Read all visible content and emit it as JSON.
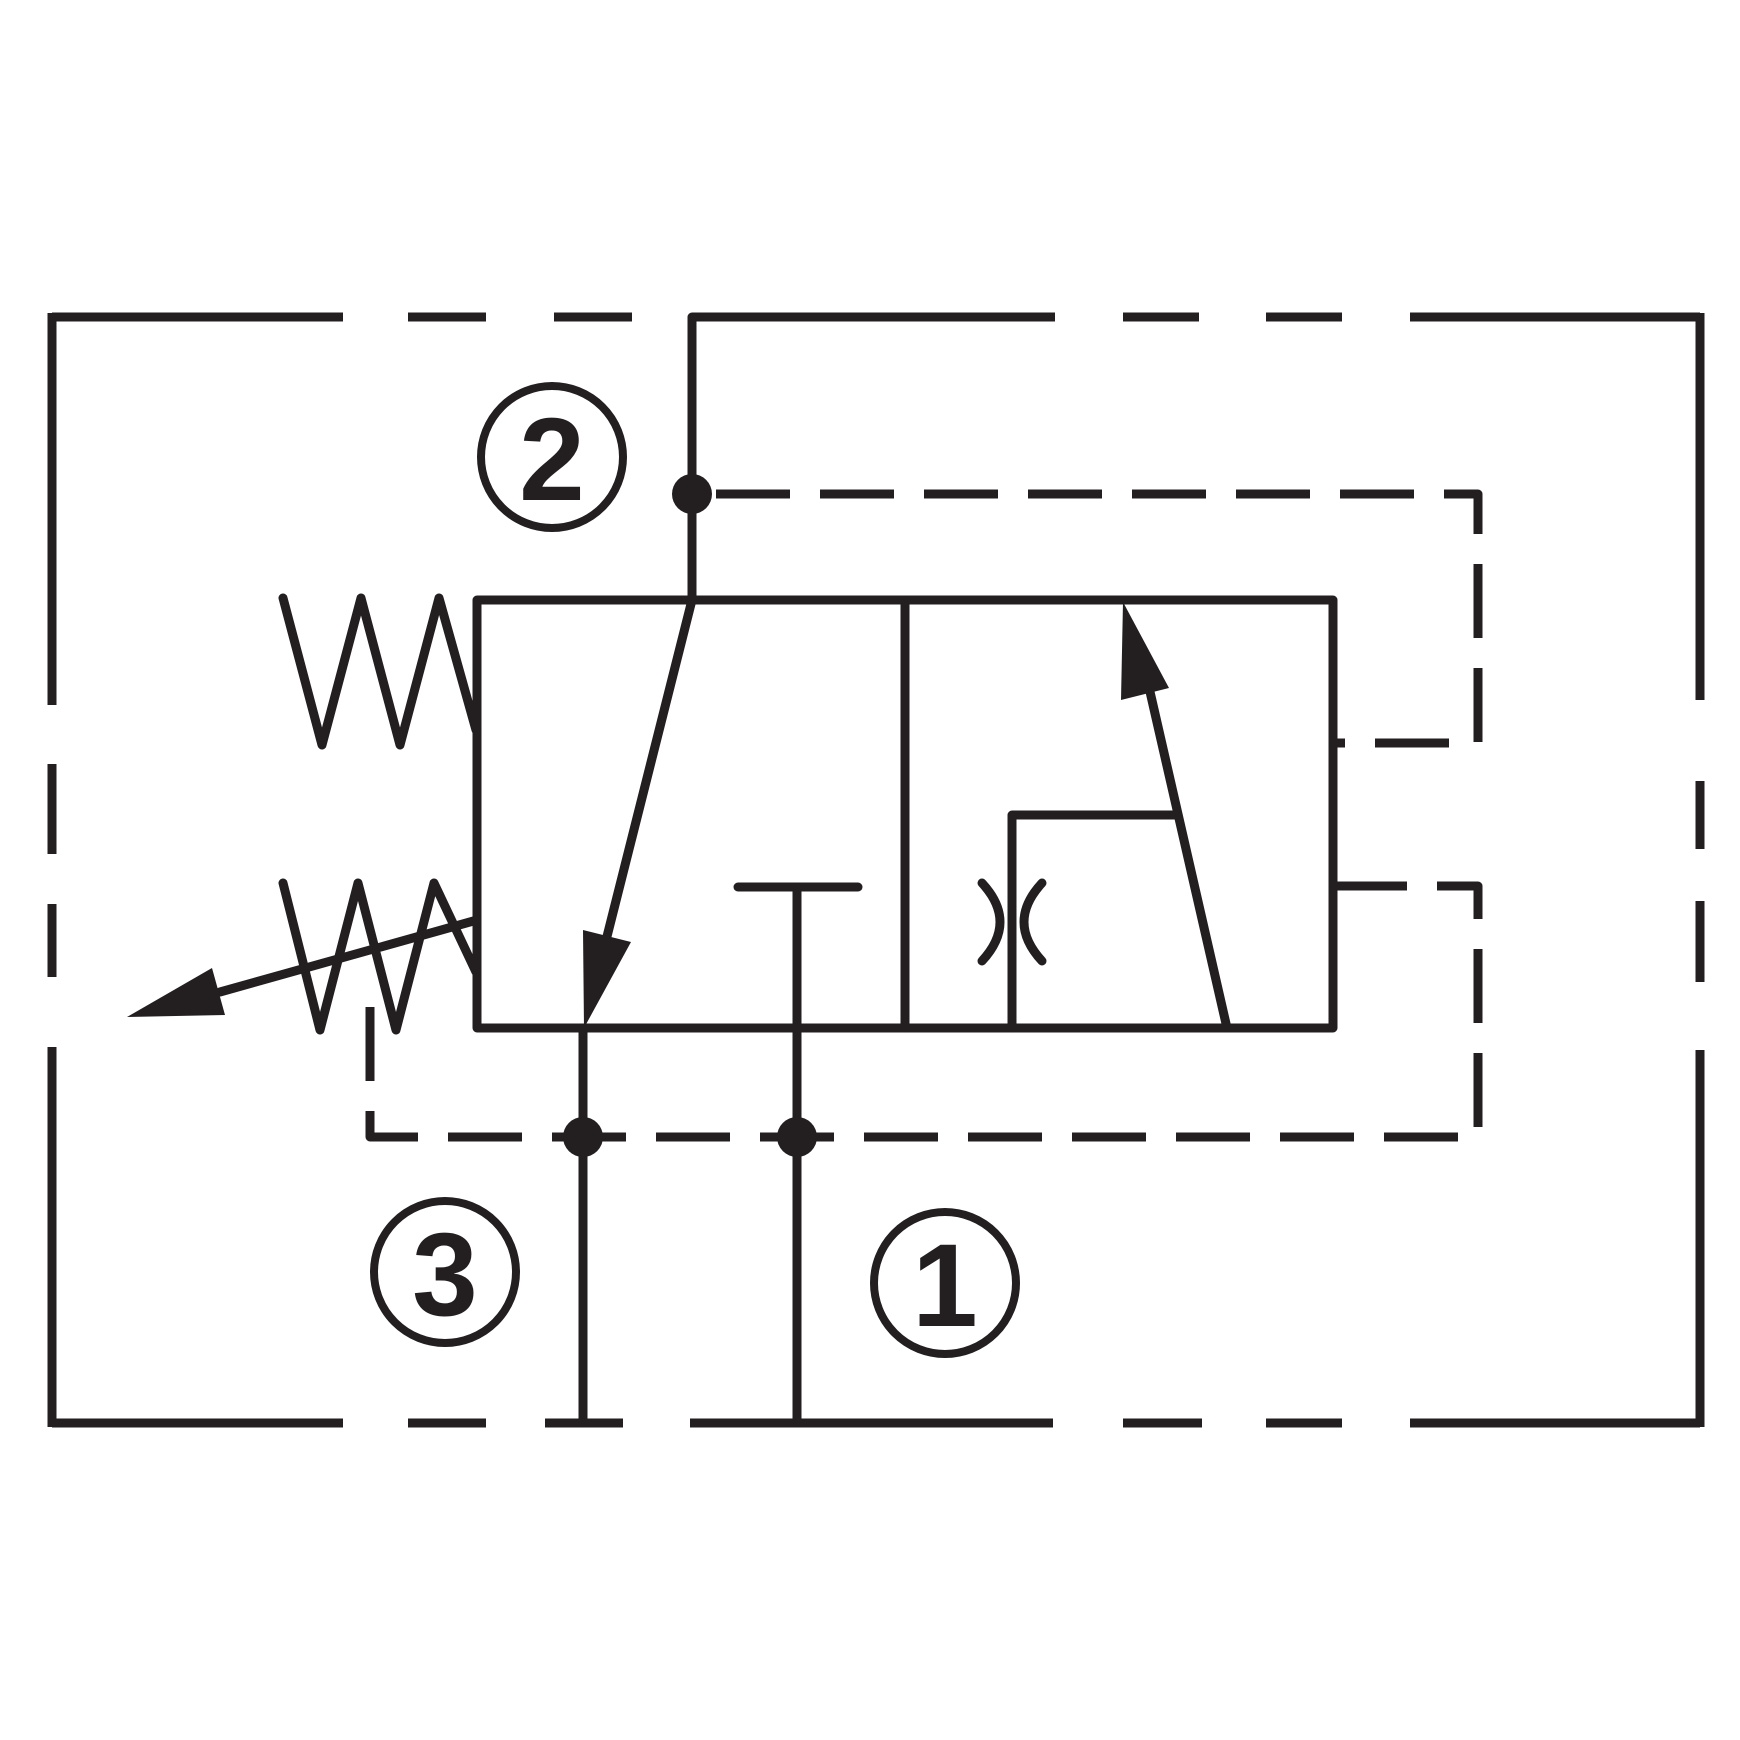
{
  "page": {
    "background": "#ffffff"
  },
  "diagram": {
    "type": "hydraulic-valve-schematic",
    "line_color": "#231f20",
    "ports": [
      {
        "id": "port-2",
        "label": "2"
      },
      {
        "id": "port-3",
        "label": "3"
      },
      {
        "id": "port-1",
        "label": "1"
      }
    ]
  }
}
